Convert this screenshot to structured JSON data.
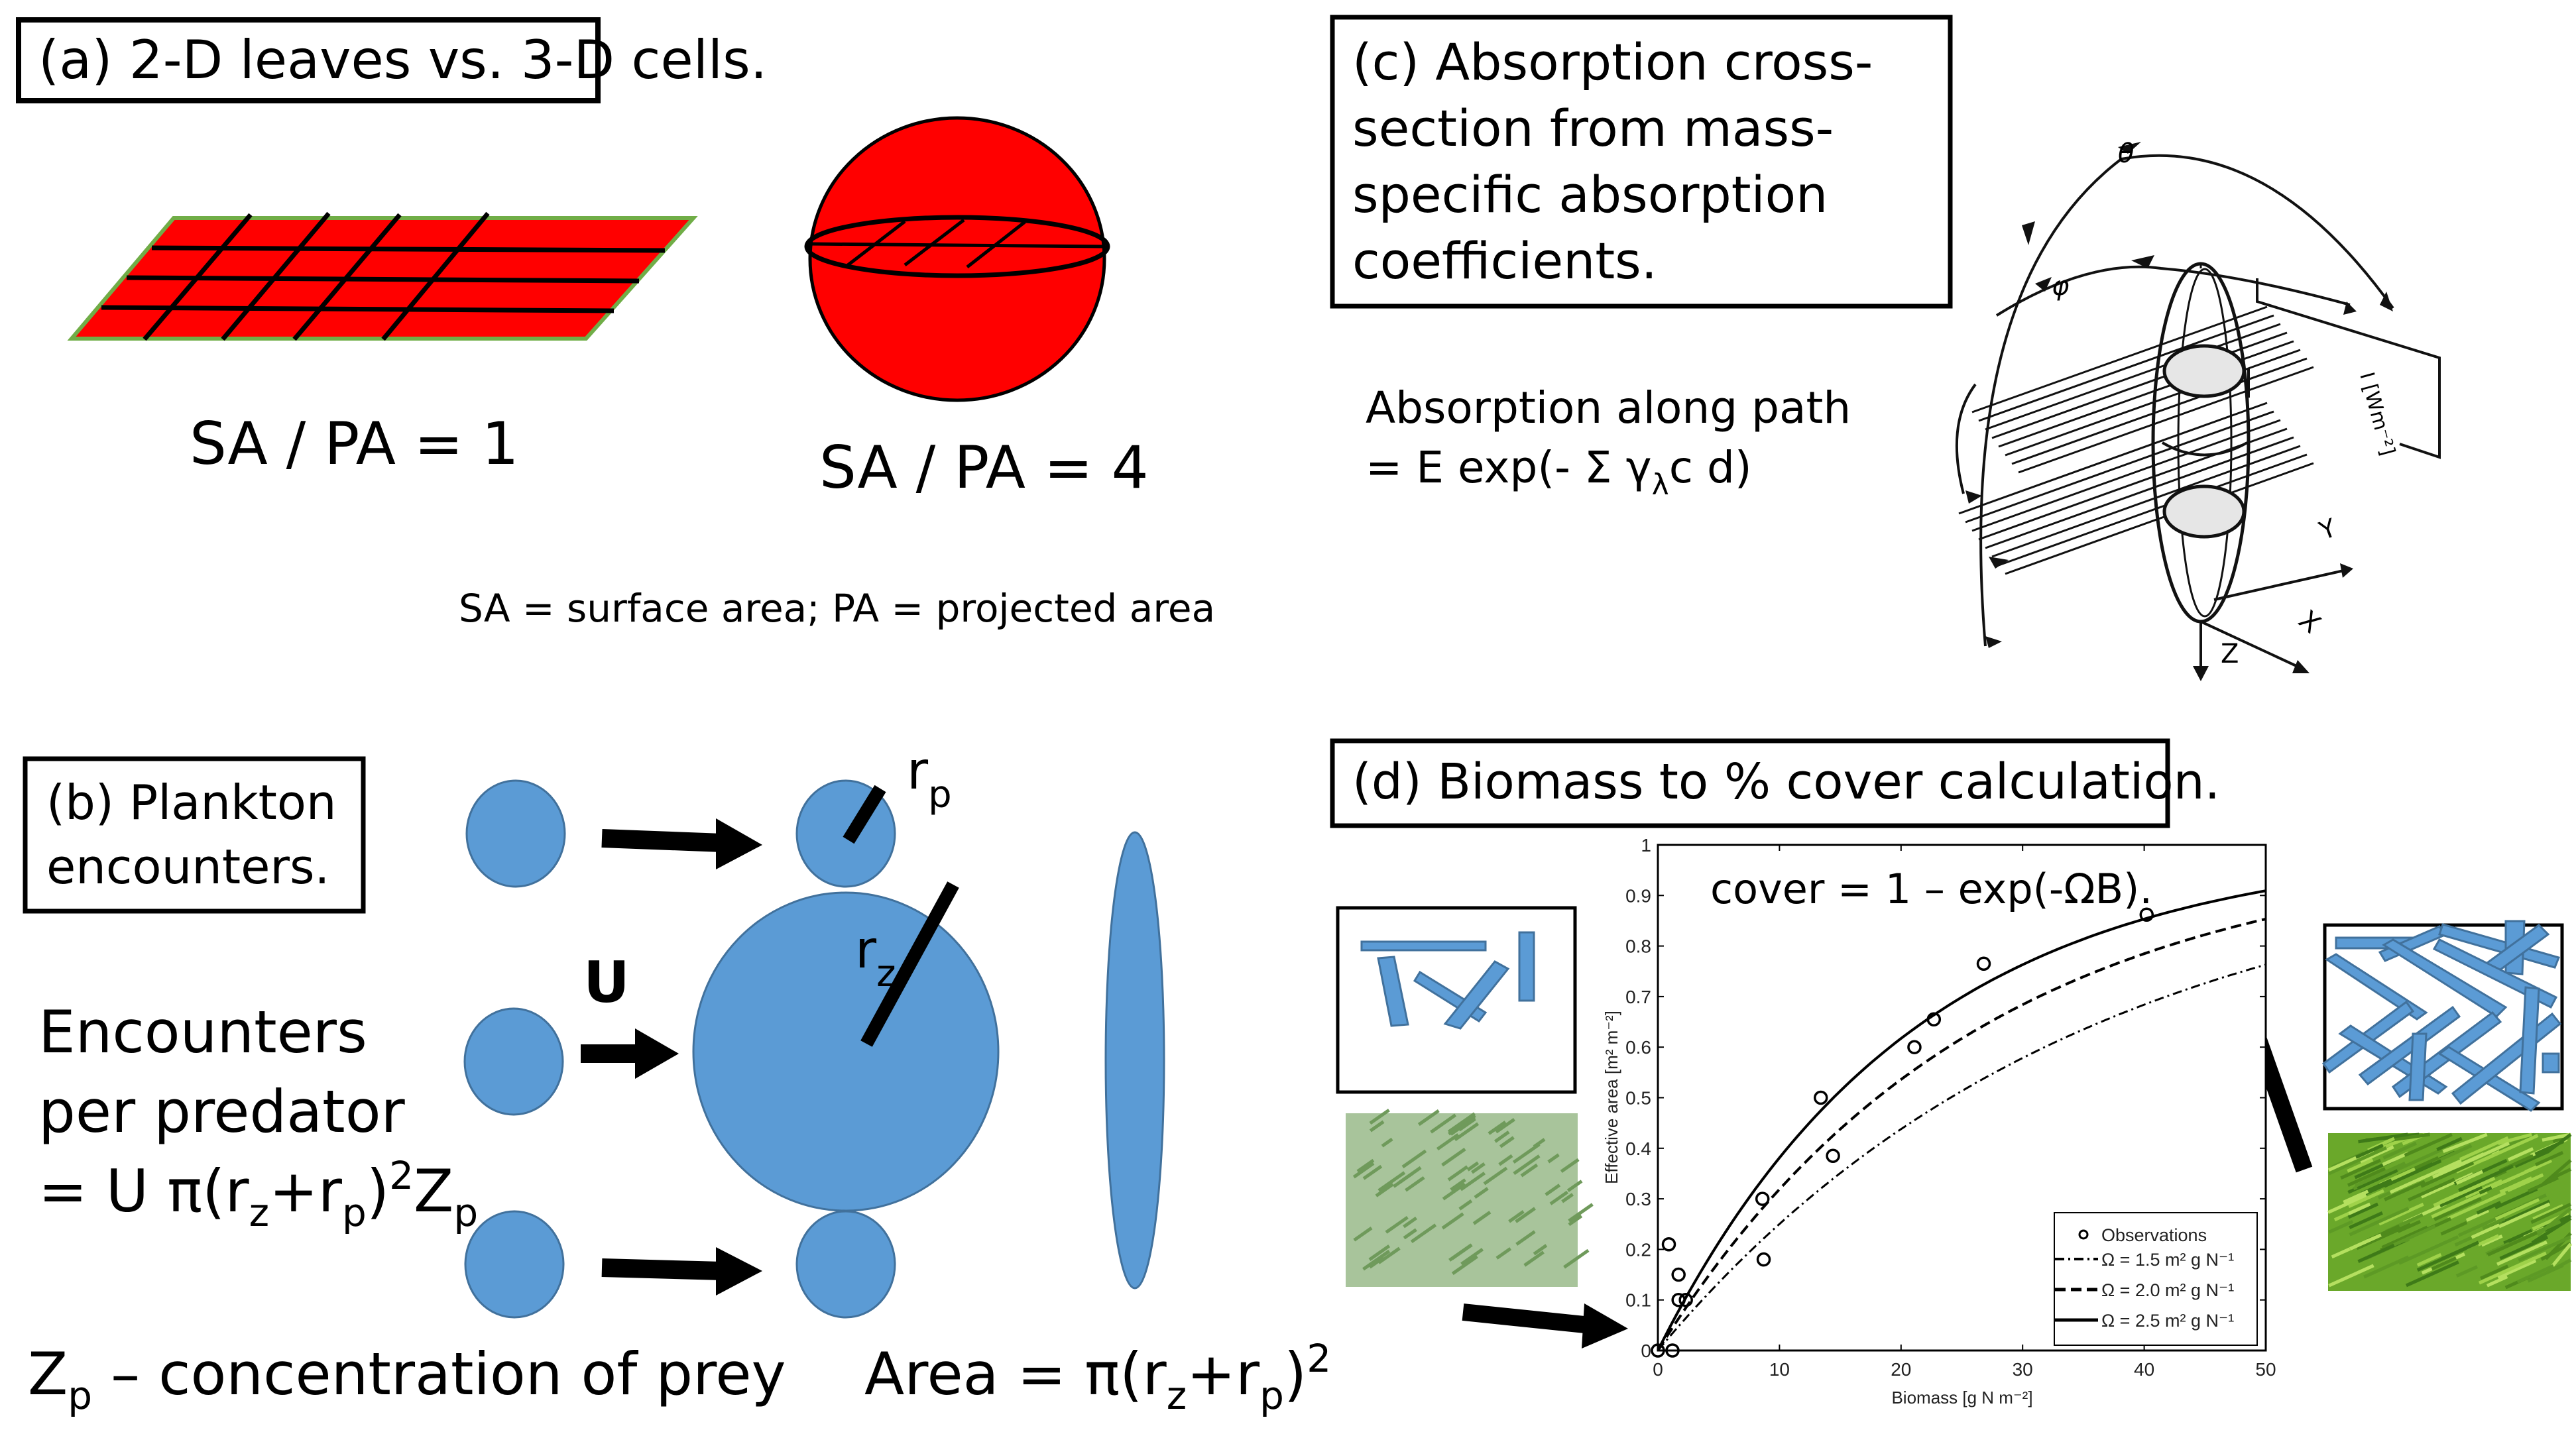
{
  "panels": {
    "a": {
      "title": "(a) 2-D leaves vs. 3-D cells.",
      "leaf_ratio": "SA / PA = 1",
      "cell_ratio": "SA / PA = 4",
      "legend": "SA = surface area; PA = projected area",
      "colors": {
        "fill": "#ff0000",
        "leaf_edge": "#70ad47",
        "grid": "#000000"
      }
    },
    "b": {
      "title_line1": "(b) Plankton",
      "title_line2": "encounters.",
      "velocity_label": "U",
      "prey_radius_label": "r",
      "prey_radius_sub": "p",
      "pred_radius_label": "r",
      "pred_radius_sub": "z",
      "formula_line1": "Encounters",
      "formula_line2": "per predator",
      "formula_line3": {
        "eq": "= U π(r",
        "s1": "z",
        "plus": "+r",
        "s2": "p",
        "close": ")",
        "sup": "2",
        "z": "Z",
        "s3": "p"
      },
      "prey_note": {
        "z": "Z",
        "sub": "p",
        "rest": " – concentration of prey"
      },
      "area_formula": {
        "eq": "Area = π(r",
        "s1": "z",
        "plus": "+r",
        "s2": "p",
        "close": ")",
        "sup": "2"
      },
      "colors": {
        "plankton": "#5b9bd5",
        "plankton_edge": "#41719c"
      }
    },
    "c": {
      "title_lines": [
        "(c) Absorption cross-",
        "section from mass-",
        "specific absorption",
        "coefficients."
      ],
      "path_line1": "Absorption along path",
      "path_line2": {
        "pre": "= E exp(- Σ γ",
        "sub": "λ",
        "post": "c d)"
      },
      "diagram_labels": {
        "theta": "θ",
        "phi": "φ",
        "intensity": "I [Wm⁻²]",
        "x": "X",
        "y": "Y",
        "z": "Z"
      }
    },
    "d": {
      "title": "(d) Biomass to % cover calculation.",
      "formula": "cover = 1 – exp(-ΩB).",
      "colors": {
        "leaf": "#5b9bd5",
        "leaf_edge": "#41719c",
        "sparse_photo": "#a9c49a",
        "dense_photo": "#6fae2a"
      }
    }
  },
  "chart_data": {
    "type": "scatter",
    "title": "",
    "formula_annotation": "cover = 1 – exp(-ΩB).",
    "xlabel": "Biomass [g N m⁻²]",
    "ylabel": "Effective area [m² m⁻²]",
    "xlim": [
      0,
      50
    ],
    "ylim": [
      0,
      1
    ],
    "xticks": [
      "0",
      "10",
      "20",
      "30",
      "40",
      "50"
    ],
    "yticks": [
      "0",
      "0.1",
      "0.2",
      "0.3",
      "0.4",
      "0.5",
      "0.6",
      "0.7",
      "0.8",
      "0.9",
      "1"
    ],
    "grid": false,
    "legend_position": "bottom-right",
    "series": [
      {
        "name": "Observations",
        "kind": "points",
        "x": [
          0,
          1.2,
          0.9,
          1.7,
          1.7,
          2.3,
          8.6,
          8.7,
          13.4,
          14.4,
          21.1,
          22.7,
          26.8,
          40.2
        ],
        "y": [
          0,
          0,
          0.21,
          0.15,
          0.1,
          0.1,
          0.3,
          0.18,
          0.5,
          0.385,
          0.6,
          0.655,
          0.765,
          0.862
        ]
      },
      {
        "name": "Ω = 1.5 m² g N⁻¹",
        "kind": "curve",
        "omega": 1.5,
        "style": "dashdot",
        "y_at_x": {
          "0": 0,
          "10": 0.25,
          "20": 0.44,
          "30": 0.58,
          "40": 0.68,
          "50": 0.76
        }
      },
      {
        "name": "Ω = 2.0 m² g N⁻¹",
        "kind": "curve",
        "omega": 2.0,
        "style": "dashed",
        "y_at_x": {
          "0": 0,
          "10": 0.32,
          "20": 0.54,
          "30": 0.68,
          "40": 0.79,
          "50": 0.85
        }
      },
      {
        "name": "Ω = 2.5 m² g N⁻¹",
        "kind": "curve",
        "omega": 2.5,
        "style": "solid",
        "y_at_x": {
          "0": 0,
          "10": 0.38,
          "20": 0.62,
          "30": 0.76,
          "40": 0.85,
          "50": 0.91
        }
      }
    ],
    "legend": [
      "Observations",
      "Ω = 1.5 m² g N⁻¹",
      "Ω = 2.0 m² g N⁻¹",
      "Ω = 2.5 m² g N⁻¹"
    ]
  }
}
